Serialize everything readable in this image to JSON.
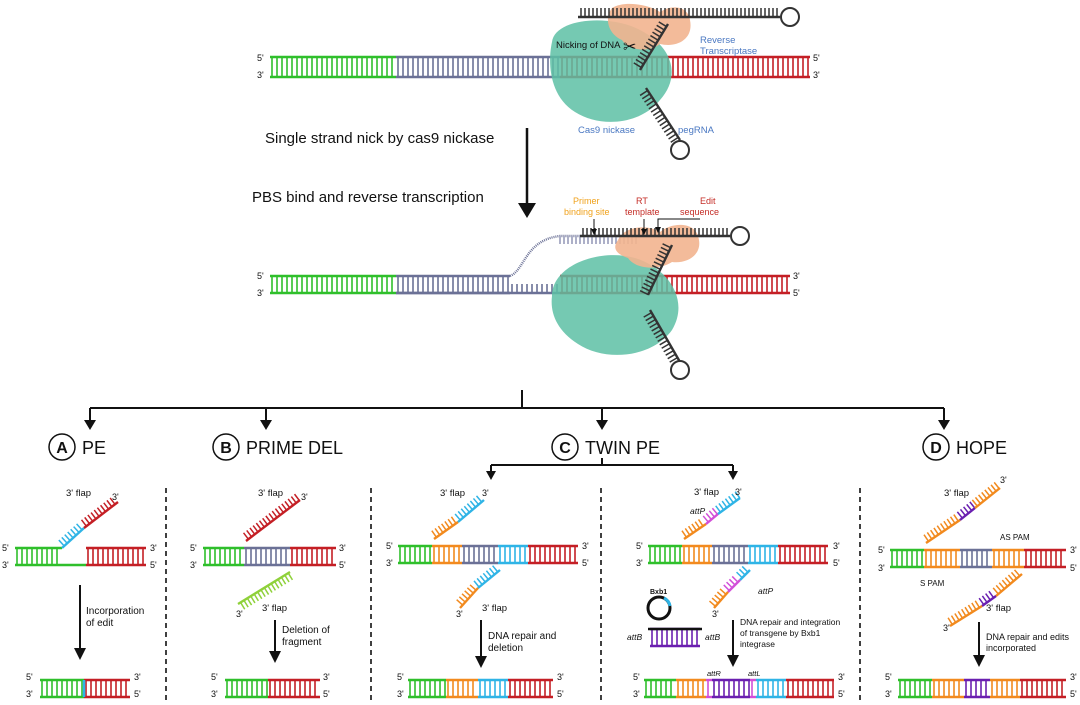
{
  "top": {
    "nick_label": "Nicking of DNA",
    "rt_line1": "Reverse",
    "rt_line2": "Transcriptase",
    "cas9_label": "Cas9 nickase",
    "pegrna_label": "pegRNA",
    "end5": "5'",
    "end3": "3'"
  },
  "steps": {
    "step1": "Single strand nick by cas9 nickase",
    "step2": "PBS bind and reverse transcription"
  },
  "mid": {
    "pbs_line1": "Primer",
    "pbs_line2": "binding site",
    "rt_line1": "RT",
    "rt_line2": "template",
    "edit_line1": "Edit",
    "edit_line2": "sequence"
  },
  "panels": {
    "a": {
      "letter": "A",
      "title": "PE",
      "flap": "3' flap",
      "step_line1": "Incorporation",
      "step_line2": "of edit"
    },
    "b": {
      "letter": "B",
      "title": "PRIME DEL",
      "flap_top": "3' flap",
      "flap_bottom": "3' flap",
      "step_line1": "Deletion of",
      "step_line2": "fragment"
    },
    "c": {
      "letter": "C",
      "title": "TWIN PE",
      "left": {
        "flap_top": "3' flap",
        "flap_bottom": "3' flap",
        "step_line1": "DNA repair and",
        "step_line2": "deletion"
      },
      "right": {
        "flap_top": "3' flap",
        "attp_top": "attP",
        "attp_bottom": "attP",
        "bxb1": "Bxb1",
        "attb_left": "attB",
        "attb_right": "attB",
        "step_line1": "DNA repair and integration",
        "step_line2": "of transgene by Bxb1",
        "step_line3": "integrase",
        "attr": "attR",
        "attl": "attL"
      }
    },
    "d": {
      "letter": "D",
      "title": "HOPE",
      "flap_top": "3' flap",
      "flap_bottom": "3' flap",
      "as_pam": "AS PAM",
      "s_pam": "S PAM",
      "step_line1": "DNA repair and edits",
      "step_line2": "incorporated"
    }
  },
  "colors": {
    "green": "#2fbf2b",
    "slate": "#6b7196",
    "red": "#c41f25",
    "orange": "#f28a1e",
    "cyan": "#2fb4e6",
    "purple": "#6a1fb0",
    "magenta": "#d24fd8",
    "lime": "#8fd13a",
    "protein": "#5dbfa4",
    "rt": "#f2b48f",
    "label_blue": "#4a78c2",
    "label_orange": "#f0a21c",
    "label_red": "#c42c26"
  }
}
